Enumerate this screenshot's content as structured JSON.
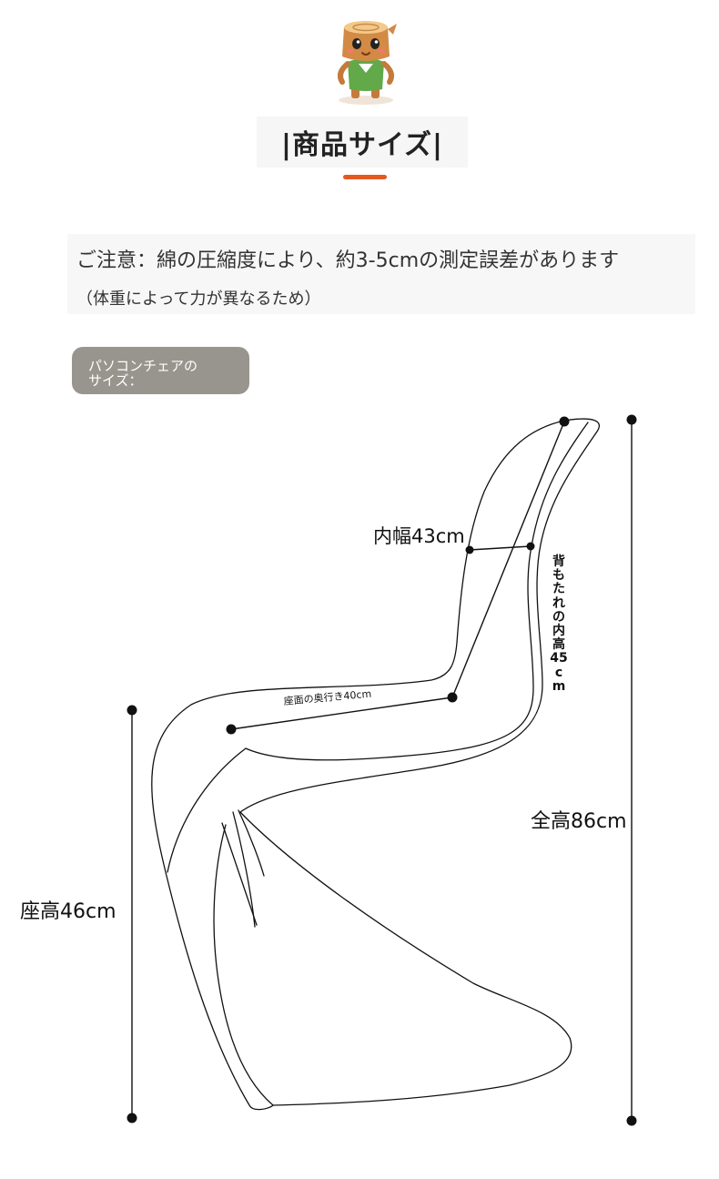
{
  "header": {
    "title": "|商品サイズ|",
    "accent_color": "#e4591e"
  },
  "notice": {
    "line1": "ご注意：綿の圧縮度により、約3-5cmの測定誤差があります",
    "line2": "（体重によって力が異なるため）"
  },
  "badge": {
    "line1": "パソコンチェアの",
    "line2": "サイズ："
  },
  "dimensions": {
    "inner_width": "内幅43cm",
    "seat_depth": "座面の奥行き40cm",
    "backrest_height": "背もたれの内高45cm",
    "total_height": "全高86cm",
    "seat_height": "座高46cm"
  },
  "icons": {
    "mascot": "tree-stump-mascot-icon"
  }
}
